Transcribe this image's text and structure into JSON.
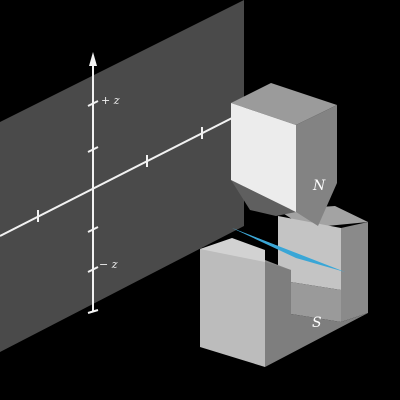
{
  "colors": {
    "background": "#000000",
    "screen": "#4a4a4a",
    "axis": "#f2f2f2",
    "magnet_light": "#ececec",
    "magnet_mid": "#bdbdbd",
    "magnet_side": "#8a8a8a",
    "magnet_dark": "#767676",
    "beam": "#5fc8f0"
  },
  "labels": {
    "plus_z": "+ z",
    "minus_z": "− z",
    "north": "N",
    "south": "S"
  }
}
